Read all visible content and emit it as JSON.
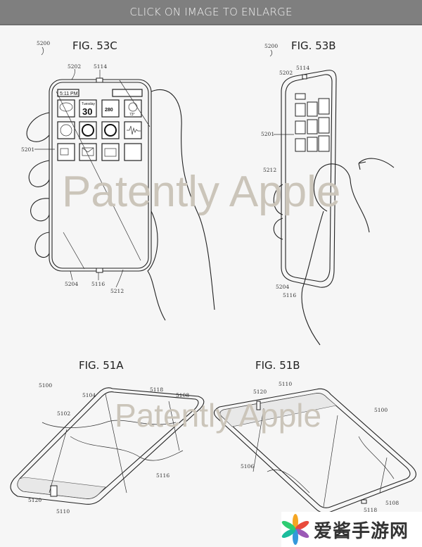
{
  "header": {
    "label": "CLICK ON IMAGE TO ENLARGE"
  },
  "watermark": {
    "text": "Patently Apple"
  },
  "fig53c": {
    "title": "FIG. 53C",
    "refs": {
      "device": "5200",
      "housing": "5202",
      "sensor": "5114",
      "display": "5201",
      "edge": "5204",
      "sensor_bottom": "5116",
      "cover": "5212"
    },
    "status_time": "5:11 PM",
    "calendar_day": "Tuesday",
    "calendar_date": "30",
    "highway_number": "280",
    "temperature": "73°"
  },
  "fig53b": {
    "title": "FIG. 53B",
    "refs": {
      "device": "5200",
      "sensor": "5114",
      "housing": "5202",
      "display": "5201",
      "cover": "5212",
      "edge": "5204",
      "sensor_bottom": "5116"
    }
  },
  "fig51a": {
    "title": "FIG. 51A",
    "refs": {
      "device": "5100",
      "r5104": "5104",
      "r5118": "5118",
      "r5108": "5108",
      "r5102": "5102",
      "r5116": "5116",
      "r5120": "5120",
      "r5110": "5110"
    }
  },
  "fig51b": {
    "title": "FIG. 51B",
    "refs": {
      "r5110": "5110",
      "r5120": "5120",
      "device": "5100",
      "r5106": "5106",
      "r5108": "5108",
      "r5118": "5118"
    }
  },
  "logo": {
    "text": "爱酱手游网",
    "colors": [
      "#f5a623",
      "#e94b3c",
      "#9b59b6",
      "#3498db",
      "#2ecc71",
      "#1abc9c"
    ]
  }
}
